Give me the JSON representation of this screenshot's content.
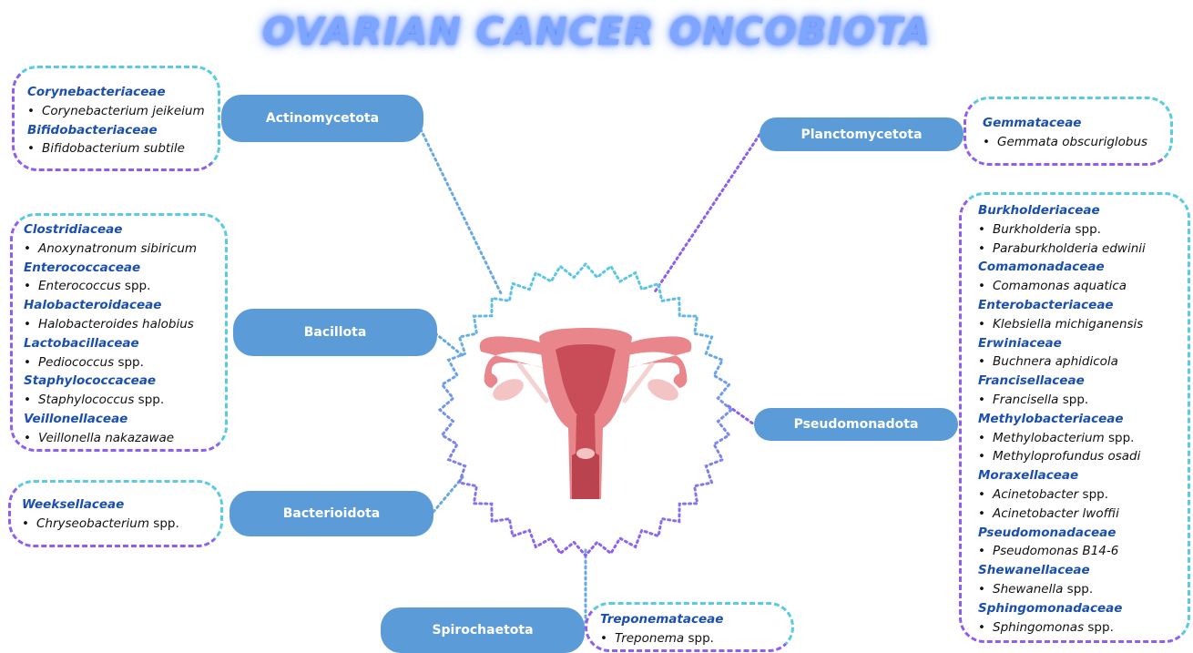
{
  "title": "OVARIAN CANCER ONCOBIOTA",
  "phyla": [
    {
      "name": "Actinomycetota",
      "families": [
        {
          "name": "Corynebacteriaceae",
          "species": [
            {
              "name": "Corynebacterium jeikeium",
              "rest": ""
            }
          ]
        },
        {
          "name": "Bifidobacteriaceae",
          "species": [
            {
              "name": "Bifidobacterium subtile",
              "rest": ""
            }
          ]
        }
      ]
    },
    {
      "name": "Bacillota",
      "families": [
        {
          "name": "Clostridiaceae",
          "species": [
            {
              "name": "Anoxynatronum sibiricum",
              "rest": ""
            }
          ]
        },
        {
          "name": "Enterococcaceae",
          "species": [
            {
              "name": "Enterococcus",
              "rest": " spp."
            }
          ]
        },
        {
          "name": "Halobacteroidaceae",
          "species": [
            {
              "name": "Halobacteroides halobius",
              "rest": ""
            }
          ]
        },
        {
          "name": "Lactobacillaceae",
          "species": [
            {
              "name": "Pediococcus",
              "rest": " spp."
            }
          ]
        },
        {
          "name": "Staphylococcaceae",
          "species": [
            {
              "name": "Staphylococcus",
              "rest": " spp."
            }
          ]
        },
        {
          "name": "Veillonellaceae",
          "species": [
            {
              "name": "Veillonella nakazawae",
              "rest": ""
            }
          ]
        }
      ]
    },
    {
      "name": "Bacterioidota",
      "families": [
        {
          "name": "Weeksellaceae",
          "species": [
            {
              "name": "Chryseobacterium",
              "rest": " spp."
            }
          ]
        }
      ]
    },
    {
      "name": "Spirochaetota",
      "families": [
        {
          "name": "Treponemataceae",
          "species": [
            {
              "name": "Treponema",
              "rest": " spp."
            }
          ]
        }
      ]
    },
    {
      "name": "Planctomycetota",
      "families": [
        {
          "name": "Gemmataceae",
          "species": [
            {
              "name": "Gemmata obscuriglobus",
              "rest": ""
            }
          ]
        }
      ]
    },
    {
      "name": "Pseudomonadota",
      "families": [
        {
          "name": "Burkholderiaceae",
          "species": [
            {
              "name": "Burkholderia",
              "rest": " spp."
            },
            {
              "name": "Paraburkholderia edwinii",
              "rest": ""
            }
          ]
        },
        {
          "name": "Comamonadaceae",
          "species": [
            {
              "name": "Comamonas aquatica",
              "rest": ""
            }
          ]
        },
        {
          "name": "Enterobacteriaceae",
          "species": [
            {
              "name": "Klebsiella michiganensis",
              "rest": ""
            }
          ]
        },
        {
          "name": "Erwiniaceae",
          "species": [
            {
              "name": "Buchnera aphidicola",
              "rest": ""
            }
          ]
        },
        {
          "name": "Francisellaceae",
          "species": [
            {
              "name": "Francisella",
              "rest": " spp."
            }
          ]
        },
        {
          "name": "Methylobacteriaceae",
          "species": [
            {
              "name": "Methylobacterium",
              "rest": " spp."
            },
            {
              "name": "Methyloprofundus osadi",
              "rest": ""
            }
          ]
        },
        {
          "name": "Moraxellaceae",
          "species": [
            {
              "name": "Acinetobacter",
              "rest": " spp."
            },
            {
              "name": "Acinetobacter lwoffii",
              "rest": ""
            }
          ]
        },
        {
          "name": "Pseudomonadaceae",
          "species": [
            {
              "name": "Pseudomonas B14-6",
              "rest": ""
            }
          ]
        },
        {
          "name": "Shewanellaceae",
          "species": [
            {
              "name": "Shewanella",
              "rest": " spp."
            }
          ]
        },
        {
          "name": "Sphingomonadaceae",
          "species": [
            {
              "name": "Sphingomonas",
              "rest": " spp."
            }
          ]
        }
      ]
    }
  ],
  "colors": {
    "title": "#7ea6ff",
    "phylum_pill": "#5b9bd8",
    "family_text": "#1a4fb0",
    "box_border_cyan": "#59cbe4",
    "box_border_purple": "#8f5ef0",
    "uterus": "#e8868b"
  },
  "center_icon": "uterus-icon"
}
